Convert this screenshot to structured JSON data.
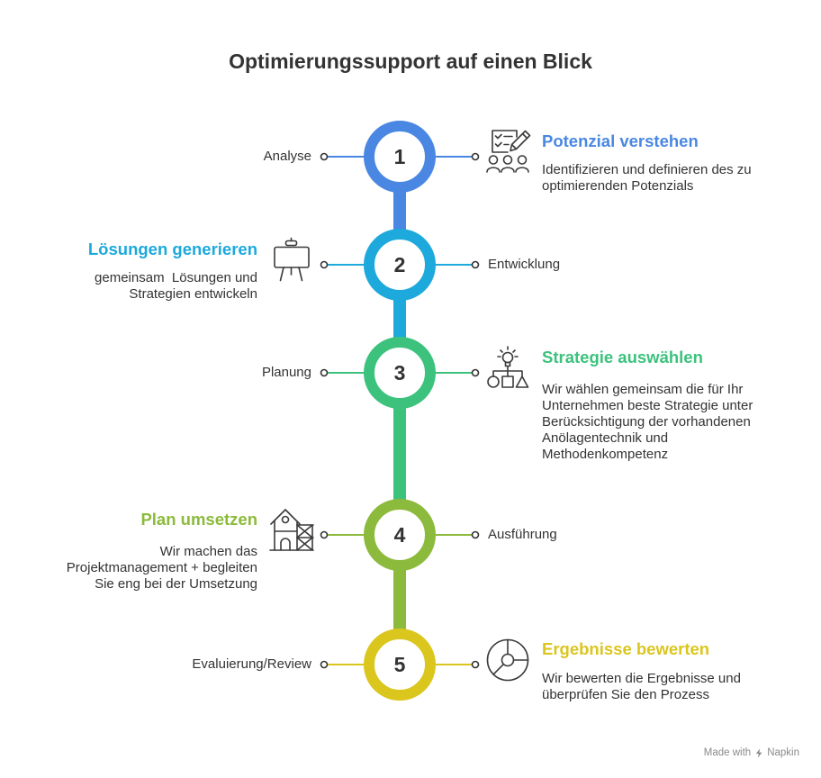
{
  "title": "Optimierungssupport auf einen Blick",
  "steps": [
    {
      "number": "1",
      "color": "#4A87E2",
      "label": "Analyse",
      "title": "Potenzial verstehen",
      "description": [
        "Identifizieren und definieren des zu",
        "optimierenden Potenzials"
      ],
      "icon": "checklist-team-icon"
    },
    {
      "number": "2",
      "color": "#1DA9DB",
      "label": "Entwicklung",
      "title": "Lösungen generieren",
      "description": [
        "gemeinsam  Lösungen und",
        "Strategien entwickeln"
      ],
      "icon": "flipchart-easel-icon"
    },
    {
      "number": "3",
      "color": "#3CC27D",
      "label": "Planung",
      "title": "Strategie auswählen",
      "description": [
        "Wir wählen gemeinsam die für Ihr",
        "Unternehmen beste Strategie unter",
        "Berücksichtigung der vorhandenen",
        "Anölagentechnik und",
        "Methodenkompetenz"
      ],
      "icon": "strategy-lightbulb-shapes-icon"
    },
    {
      "number": "4",
      "color": "#8CBA3C",
      "label": "Ausführung",
      "title": "Plan umsetzen",
      "description": [
        "Wir machen das",
        "Projektmanagement + begleiten",
        "Sie eng bei der Umsetzung"
      ],
      "icon": "building-scaffold-icon"
    },
    {
      "number": "5",
      "color": "#DBC61E",
      "label": "Evaluierung/Review",
      "title": "Ergebnisse bewerten",
      "description": [
        "Wir bewerten die Ergebnisse und",
        "überprüfen Sie den Prozess"
      ],
      "icon": "pie-chart-review-icon"
    }
  ],
  "text_color": "#333333",
  "icon_color": "#3A3A3A",
  "muted_color": "#8A8A8A",
  "footer": {
    "made_with": "Made with",
    "brand": "Napkin",
    "logo_icon": "napkin-logo-icon"
  }
}
